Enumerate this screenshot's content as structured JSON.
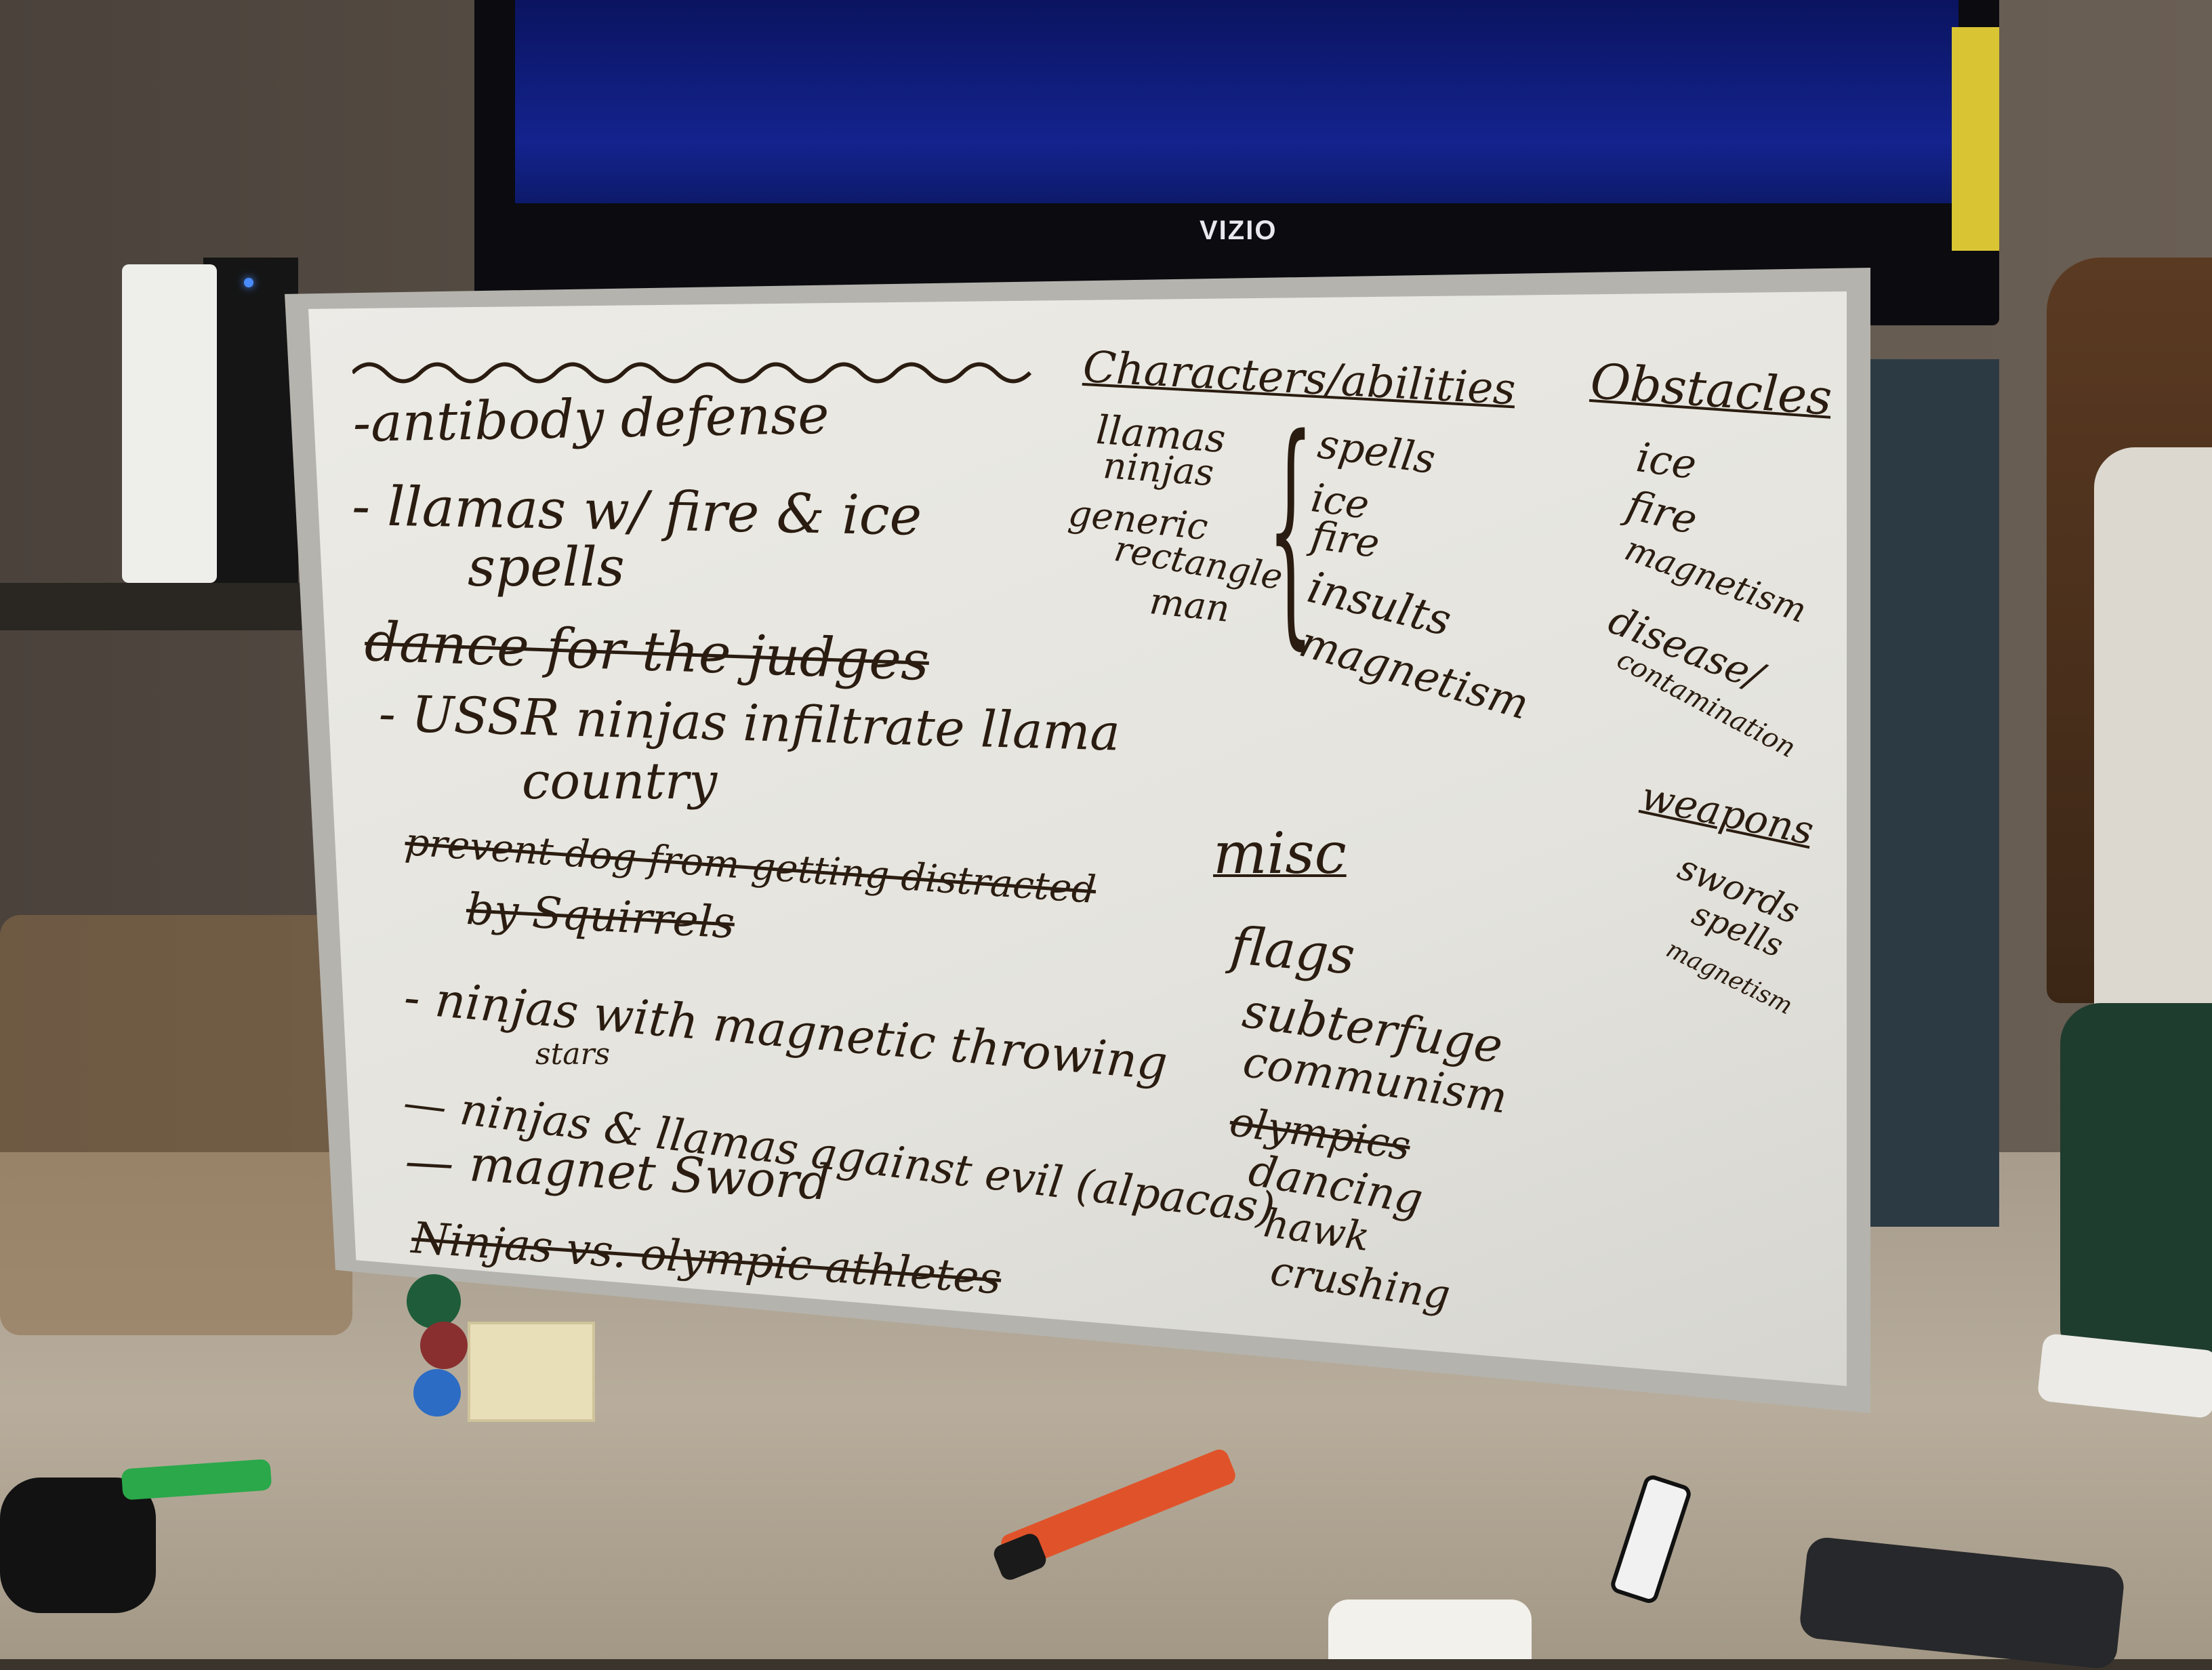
{
  "tv": {
    "brand": "VIZIO"
  },
  "board": {
    "ideas": [
      {
        "text": "-antibody defense",
        "struck": false
      },
      {
        "text": "- llamas  w/  fire  &  ice",
        "struck": false
      },
      {
        "text": "spells",
        "struck": false
      },
      {
        "text": "dance  for  the  judges",
        "struck": true
      },
      {
        "text": "-  USSR ninjas  infiltrate llama",
        "struck": false
      },
      {
        "text": "country",
        "struck": false
      },
      {
        "text": "prevent dog from getting distracted",
        "struck": true
      },
      {
        "text": "by Squirrels",
        "struck": true
      },
      {
        "text": "-  ninjas  with  magnetic  throwing",
        "struck": false
      },
      {
        "text": "stars",
        "struck": false
      },
      {
        "text": "—  ninjas  &  llamas  against  evil  (alpacas)",
        "struck": false
      },
      {
        "text": "— magnet  Sword",
        "struck": false
      },
      {
        "text": "Ninjas  vs.  olympic  athletes",
        "struck": true
      }
    ],
    "characters_heading": "Characters/abilities",
    "characters": [
      "llamas",
      "ninjas",
      "generic",
      "rectangle",
      "man"
    ],
    "abilities": [
      "spells",
      "ice",
      "fire",
      "insults",
      "magnetism"
    ],
    "obstacles_heading": "Obstacles",
    "obstacles": [
      "ice",
      "fire",
      "magnetism",
      "disease/",
      "contamination"
    ],
    "weapons_heading": "weapons",
    "weapons": [
      "swords",
      "spells",
      "magnetism"
    ],
    "misc_heading": "misc",
    "misc": [
      {
        "text": "flags",
        "struck": false
      },
      {
        "text": "subterfuge",
        "struck": false
      },
      {
        "text": "communism",
        "struck": false
      },
      {
        "text": "olympics",
        "struck": true
      },
      {
        "text": "dancing",
        "struck": false
      },
      {
        "text": "hawk",
        "struck": false
      },
      {
        "text": "crushing",
        "struck": false
      }
    ]
  },
  "colors": {
    "ink": "#2a1c10",
    "board": "#e8e7e1",
    "frame": "#b4b3ad",
    "screen": "#14238e"
  },
  "floor_items": [
    "orange-marker",
    "black-marker",
    "green-marker",
    "eraser",
    "controller",
    "wii-remote",
    "tissue"
  ]
}
